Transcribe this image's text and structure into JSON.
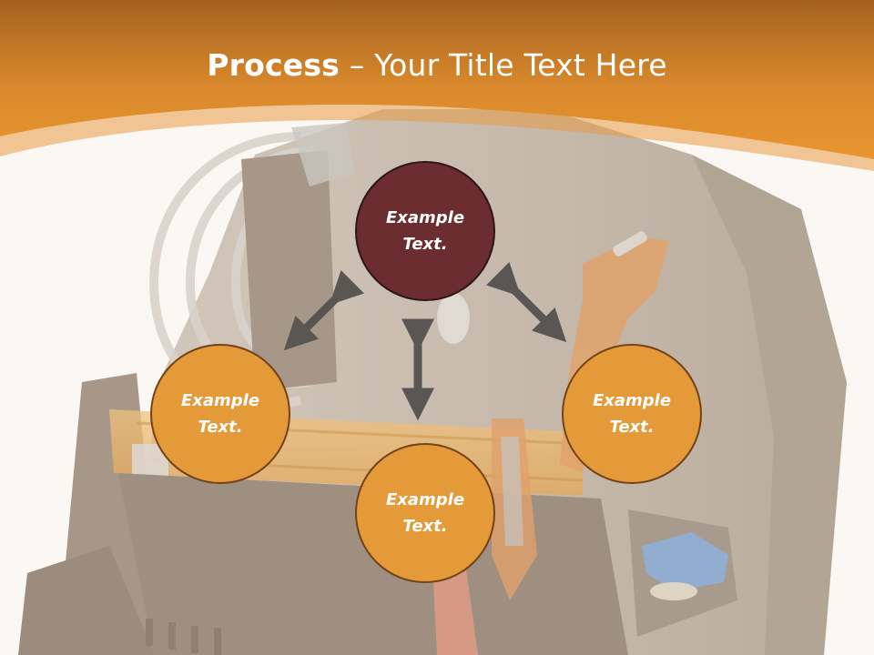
{
  "slide": {
    "title_bold": "Process",
    "title_rest": " – Your Title Text Here"
  },
  "diagram": {
    "nodes": [
      {
        "id": "top",
        "text": "Example Text."
      },
      {
        "id": "left",
        "text": "Example Text."
      },
      {
        "id": "bottom",
        "text": "Example Text."
      },
      {
        "id": "right",
        "text": "Example Text."
      }
    ]
  },
  "colors": {
    "header_orange": "#e08d2a",
    "center_node": "#6b2d2f",
    "outer_node": "#e59a3a",
    "arrow": "#595653"
  },
  "background": {
    "description_icon": "tool-belt-photo"
  }
}
